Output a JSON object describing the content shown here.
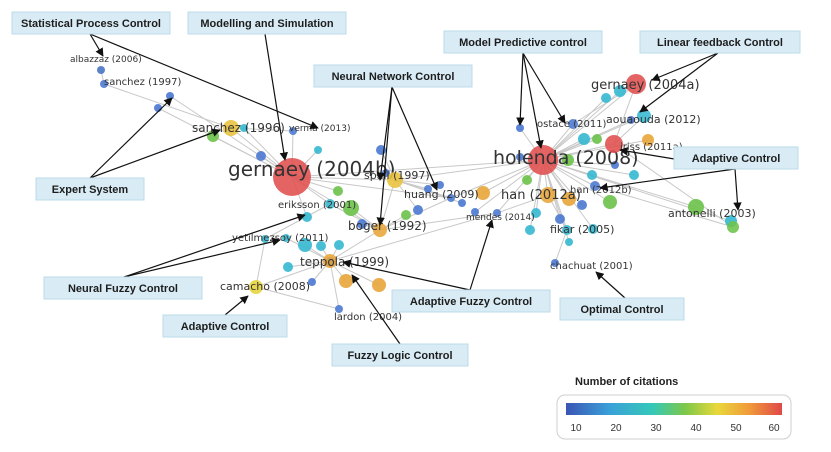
{
  "nodes": [
    {
      "id": "albazzaz",
      "label": "albazzaz (2006)",
      "color": "#4472c4"
    },
    {
      "id": "sanchez1997",
      "label": "sanchez (1997)",
      "color": "#4a78d0"
    },
    {
      "id": "sanchez1996",
      "label": "sanchez (1996)",
      "color": "#e8c23a"
    },
    {
      "id": "verma",
      "label": "verma (2013)",
      "color": "#4a78d0"
    },
    {
      "id": "gernaey2004b",
      "label": "gernaey (2004b)",
      "color": "#e04f4f"
    },
    {
      "id": "spall",
      "label": "spall (1997)",
      "color": "#e8c23a"
    },
    {
      "id": "eriksson",
      "label": "eriksson (2001)",
      "color": "#35b8d0"
    },
    {
      "id": "boger",
      "label": "boger (1992)",
      "color": "#e8a53a"
    },
    {
      "id": "huang",
      "label": "huang (2009)",
      "color": "#4a78d0"
    },
    {
      "id": "mendes",
      "label": "mendes (2014)",
      "color": "#4a78d0"
    },
    {
      "id": "yetilmezsoy",
      "label": "yetilmezsoy (2011)",
      "color": "#35b8d0"
    },
    {
      "id": "teppola",
      "label": "teppola (1999)",
      "color": "#e8a53a"
    },
    {
      "id": "camacho",
      "label": "camacho (2008)",
      "color": "#e6d33a"
    },
    {
      "id": "lardon",
      "label": "lardon (2004)",
      "color": "#4a78d0"
    },
    {
      "id": "holenda",
      "label": "holenda (2008)",
      "color": "#e04f4f"
    },
    {
      "id": "ostace",
      "label": "ostace (2011)",
      "color": "#4a78d0"
    },
    {
      "id": "gernaey2004a",
      "label": "gernaey (2004a)",
      "color": "#e04f4f"
    },
    {
      "id": "aouaouda",
      "label": "aouaouda (2012)",
      "color": "#35b8d0"
    },
    {
      "id": "iriss",
      "label": "iriss (2011a)",
      "color": "#e04f4f"
    },
    {
      "id": "han2012a",
      "label": "han (2012a)",
      "color": "#e8a53a"
    },
    {
      "id": "han2012b",
      "label": "han (2012b)",
      "color": "#4a78d0"
    },
    {
      "id": "fikar",
      "label": "fikar (2005)",
      "color": "#35b8d0"
    },
    {
      "id": "chachuat",
      "label": "chachuat (2001)",
      "color": "#4a78d0"
    },
    {
      "id": "antonelli",
      "label": "antonelli (2003)",
      "color": "#6cc24a"
    }
  ],
  "callouts": [
    {
      "id": "spc",
      "text": "Statistical Process Control"
    },
    {
      "id": "mas",
      "text": "Modelling and Simulation"
    },
    {
      "id": "mpc",
      "text": "Model Predictive control"
    },
    {
      "id": "lfc",
      "text": "Linear feedback Control"
    },
    {
      "id": "nnc",
      "text": "Neural Network Control"
    },
    {
      "id": "es",
      "text": "Expert System"
    },
    {
      "id": "ac1",
      "text": "Adaptive Control"
    },
    {
      "id": "nfc",
      "text": "Neural Fuzzy Control"
    },
    {
      "id": "afc",
      "text": "Adaptive Fuzzy Control"
    },
    {
      "id": "oc",
      "text": "Optimal Control"
    },
    {
      "id": "ac2",
      "text": "Adaptive Control"
    },
    {
      "id": "flc",
      "text": "Fuzzy Logic Control"
    }
  ],
  "legend": {
    "title": "Number of citations",
    "ticks": [
      "10",
      "20",
      "30",
      "40",
      "50",
      "60"
    ],
    "colors": [
      "#3a55b4",
      "#3aa0d8",
      "#35c8b8",
      "#7cc84a",
      "#e8d83a",
      "#f09a3a",
      "#e04848"
    ]
  }
}
